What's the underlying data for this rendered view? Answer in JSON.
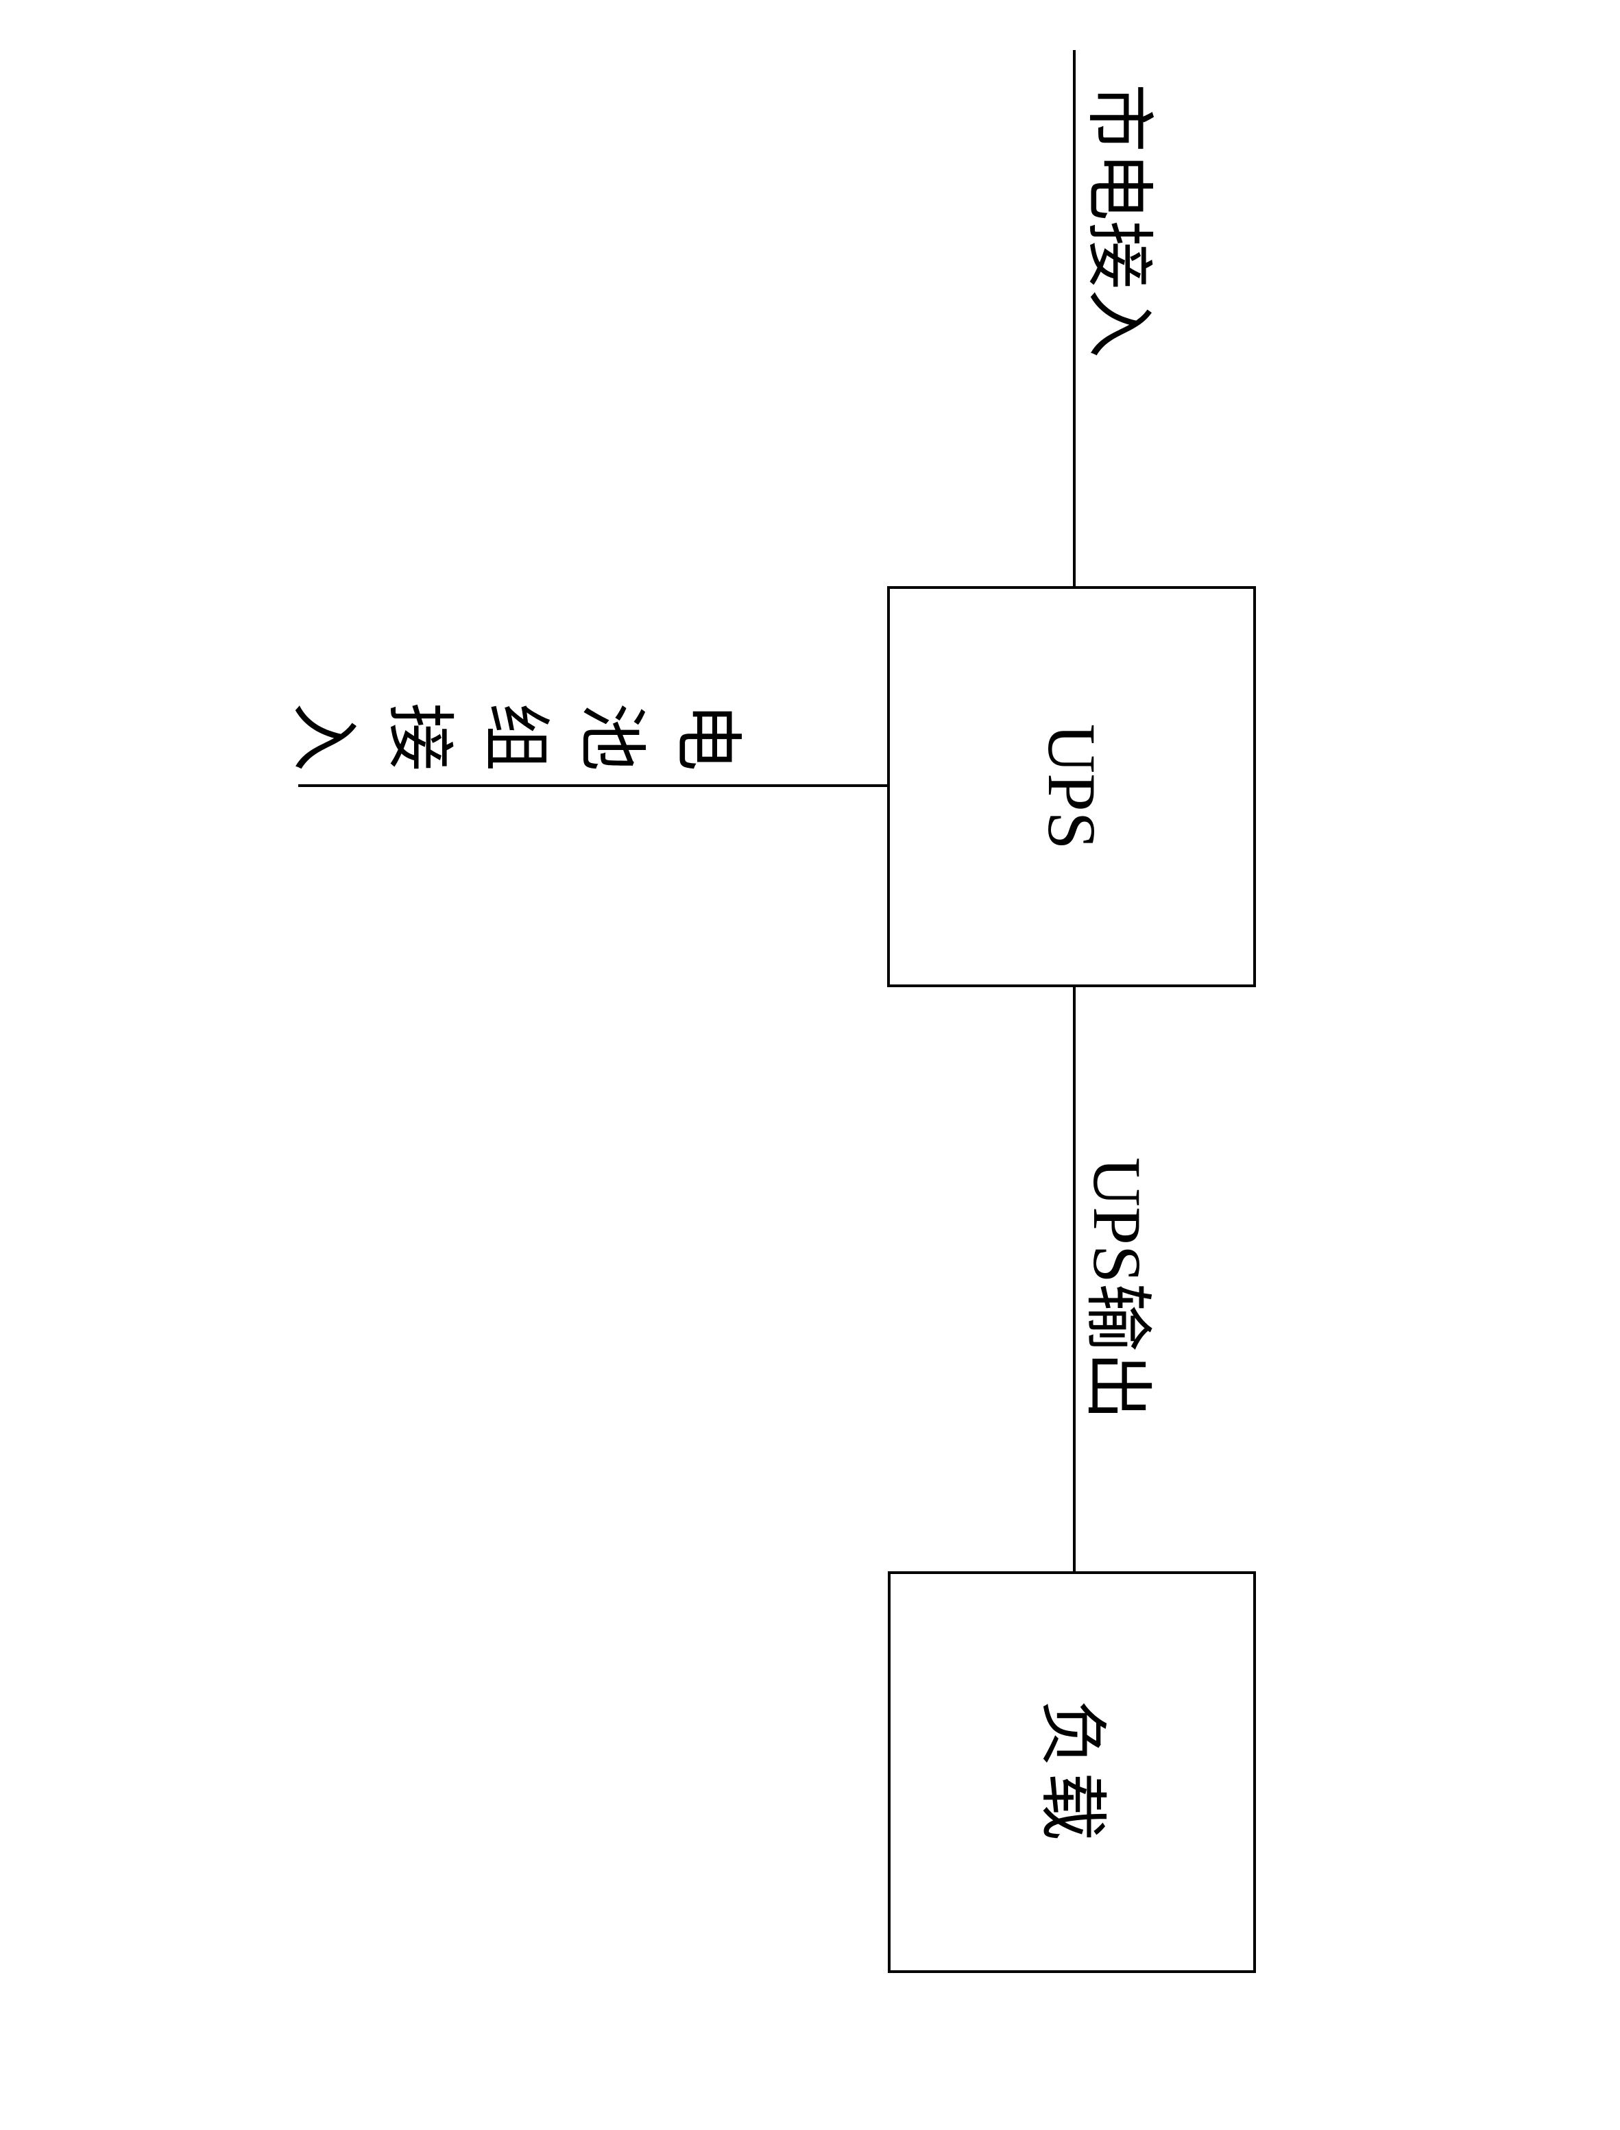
{
  "colors": {
    "ink": "#000000",
    "background": "#ffffff"
  },
  "diagram": {
    "ups_label": "UPS",
    "load_label": "负载",
    "mains_label": "市电接入",
    "output_label": "UPS输出",
    "battery_label": "电池组接入",
    "battery_label_chars": [
      "电",
      "池",
      "组",
      "接",
      "入"
    ]
  }
}
